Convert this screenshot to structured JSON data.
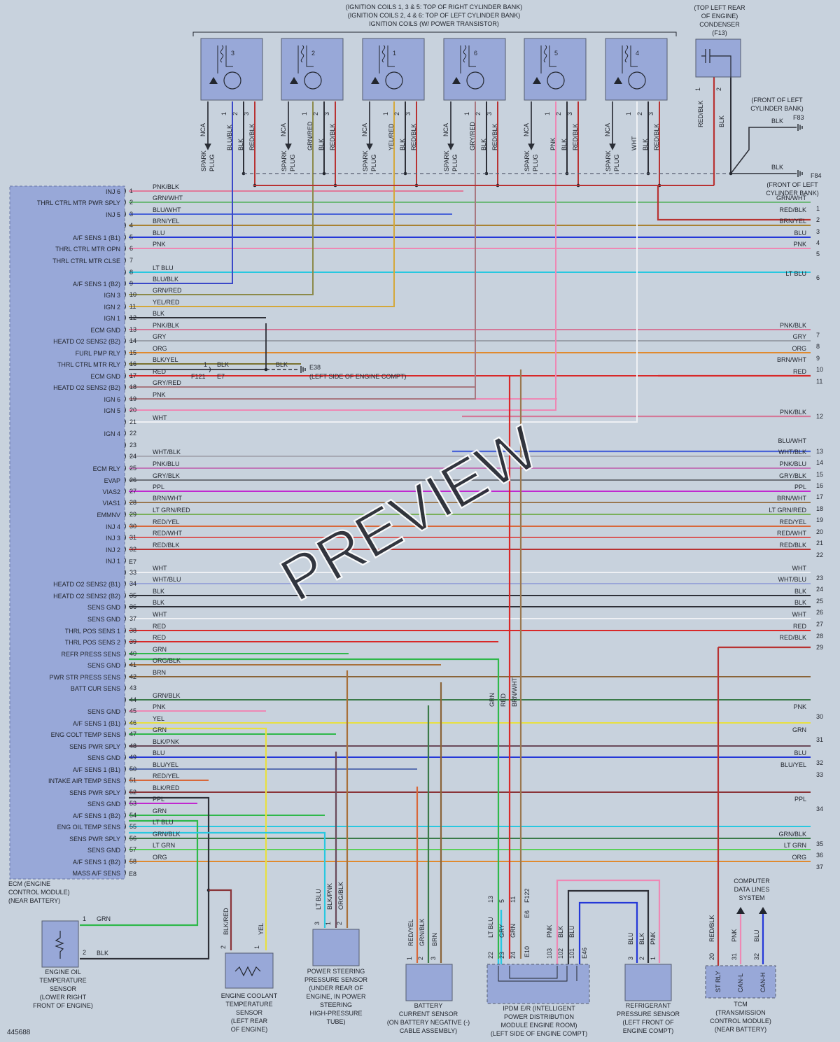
{
  "diagram": {
    "top_labels": [
      "(IGNITION COILS 1, 3 & 5: TOP OF RIGHT CYLINDER BANK)",
      "(IGNITION COILS 2, 4 & 6: TOP OF LEFT CYLINDER BANK)",
      "IGNITION COILS (W/ POWER TRANSISTOR)"
    ],
    "condenser_label": [
      "(TOP LEFT REAR",
      "OF ENGINE)",
      "CONDENSER",
      "(F13)"
    ],
    "condenser_pins": [
      {
        "pin": "1",
        "color": "RED/BLK"
      },
      {
        "pin": "2",
        "color": "BLK"
      }
    ],
    "coils": [
      {
        "num": "3",
        "spark": [
          "SPARK",
          "PLUG"
        ],
        "nca": "NCA",
        "pins": [
          "1",
          "2",
          "3"
        ],
        "wires": [
          "BLU/BLK",
          "BLK",
          "RED/BLK"
        ]
      },
      {
        "num": "2",
        "spark": [
          "SPARK",
          "PLUG"
        ],
        "nca": "NCA",
        "pins": [
          "1",
          "2",
          "3"
        ],
        "wires": [
          "GRN/RED",
          "BLK",
          "RED/BLK"
        ]
      },
      {
        "num": "1",
        "spark": [
          "SPARK",
          "PLUG"
        ],
        "nca": "NCA",
        "pins": [
          "1",
          "2",
          "3"
        ],
        "wires": [
          "YEL/RED",
          "BLK",
          "RED/BLK"
        ]
      },
      {
        "num": "6",
        "spark": [
          "SPARK",
          "PLUG"
        ],
        "nca": "NCA",
        "pins": [
          "1",
          "2",
          "3"
        ],
        "wires": [
          "GRY/RED",
          "BLK",
          "RED/BLK"
        ]
      },
      {
        "num": "5",
        "spark": [
          "SPARK",
          "PLUG"
        ],
        "nca": "NCA",
        "pins": [
          "1",
          "2",
          "3"
        ],
        "wires": [
          "PNK",
          "BLK",
          "RED/BLK"
        ]
      },
      {
        "num": "4",
        "spark": [
          "SPARK",
          "PLUG"
        ],
        "nca": "NCA",
        "pins": [
          "1",
          "2",
          "3"
        ],
        "wires": [
          "WHT",
          "BLK",
          "RED/BLK"
        ]
      }
    ],
    "grounds": [
      {
        "lines": [
          "(FRONT OF LEFT",
          "CYLINDER BANK)"
        ],
        "wire": "BLK",
        "id": "F83"
      },
      {
        "lines": [
          "(FRONT OF LEFT",
          "CYLINDER BANK)"
        ],
        "wire": "BLK",
        "id": "F84"
      },
      {
        "lines": [
          "(LEFT SIDE OF ENGINE COMPT)"
        ],
        "wire": "BLK",
        "id": "E38"
      }
    ],
    "splice": {
      "wire": "BLK",
      "pin": "1",
      "conn_a": "F121",
      "conn_b": "E7"
    },
    "ecm_label": [
      "ECM (ENGINE",
      "CONTROL MODULE)",
      "(NEAR BATTERY)"
    ],
    "connectors": [
      "E7",
      "E8"
    ],
    "ecm_rows": [
      {
        "n": "1",
        "func": "INJ 6",
        "wire": "PNK/BLK",
        "hex": "#e07a9a"
      },
      {
        "n": "2",
        "func": "THRL CTRL MTR PWR SPLY",
        "wire": "GRN/WHT",
        "hex": "#6eb87a"
      },
      {
        "n": "3",
        "func": "INJ 5",
        "wire": "BLU/WHT",
        "hex": "#4a64d8"
      },
      {
        "n": "4",
        "func": "",
        "wire": "BRN/YEL",
        "hex": "#a88232"
      },
      {
        "n": "5",
        "func": "A/F SENS 1 (B1)",
        "wire": "BLU",
        "hex": "#2438d8"
      },
      {
        "n": "6",
        "func": "THRL CTRL MTR OPN",
        "wire": "PNK",
        "hex": "#ee88b4"
      },
      {
        "n": "7",
        "func": "THRL CTRL MTR CLSE",
        "wire": "",
        "hex": ""
      },
      {
        "n": "8",
        "func": "",
        "wire": "LT BLU",
        "hex": "#28c8e0"
      },
      {
        "n": "9",
        "func": "A/F SENS 1 (B2)",
        "wire": "BLU/BLK",
        "hex": "#3a48c8"
      },
      {
        "n": "10",
        "func": "IGN 3",
        "wire": "GRN/RED",
        "hex": "#8c8a4a"
      },
      {
        "n": "11",
        "func": "IGN 2",
        "wire": "YEL/RED",
        "hex": "#d4a83a"
      },
      {
        "n": "12",
        "func": "IGN 1",
        "wire": "BLK",
        "hex": "#2e3038"
      },
      {
        "n": "13",
        "func": "ECM GND",
        "wire": "PNK/BLK",
        "hex": "#d47898"
      },
      {
        "n": "14",
        "func": "HEATD O2 SENS2 (B2)",
        "wire": "GRY",
        "hex": "#9aa0aa"
      },
      {
        "n": "15",
        "func": "FURL PMP RLY",
        "wire": "ORG",
        "hex": "#e08a2e"
      },
      {
        "n": "16",
        "func": "THRL CTRL MTR RLY",
        "wire": "BLK/YEL",
        "hex": "#7a7230"
      },
      {
        "n": "17",
        "func": "ECM GND",
        "wire": "RED",
        "hex": "#d82828"
      },
      {
        "n": "18",
        "func": "HEATD O2 SENS2 (B2)",
        "wire": "GRY/RED",
        "hex": "#a87880"
      },
      {
        "n": "19",
        "func": "IGN 6",
        "wire": "PNK",
        "hex": "#ee88b4"
      },
      {
        "n": "20",
        "func": "IGN 5",
        "wire": "",
        "hex": ""
      },
      {
        "n": "21",
        "func": "",
        "wire": "WHT",
        "hex": "#eef0f4"
      },
      {
        "n": "22",
        "func": "IGN 4",
        "wire": "",
        "hex": ""
      },
      {
        "n": "23",
        "func": "",
        "wire": "",
        "hex": ""
      },
      {
        "n": "24",
        "func": "",
        "wire": "WHT/BLK",
        "hex": "#a8aab4"
      },
      {
        "n": "25",
        "func": "ECM RLY",
        "wire": "PNK/BLU",
        "hex": "#c078b8"
      },
      {
        "n": "26",
        "func": "EVAP",
        "wire": "GRY/BLK",
        "hex": "#6e727a"
      },
      {
        "n": "27",
        "func": "VIAS2",
        "wire": "PPL",
        "hex": "#c028d0"
      },
      {
        "n": "28",
        "func": "VIAS1",
        "wire": "BRN/WHT",
        "hex": "#9a7850"
      },
      {
        "n": "29",
        "func": "EMMNV",
        "wire": "LT GRN/RED",
        "hex": "#7ab05a"
      },
      {
        "n": "30",
        "func": "INJ 4",
        "wire": "RED/YEL",
        "hex": "#d8683a"
      },
      {
        "n": "31",
        "func": "INJ 3",
        "wire": "RED/WHT",
        "hex": "#d85a5a"
      },
      {
        "n": "32",
        "func": "INJ 2",
        "wire": "RED/BLK",
        "hex": "#b83232"
      },
      {
        "n": "",
        "func": "INJ 1",
        "wire": "",
        "hex": ""
      },
      {
        "n": "33",
        "func": "",
        "wire": "WHT",
        "hex": "#eef0f4"
      },
      {
        "n": "34",
        "func": "HEATD O2 SENS2 (B1)",
        "wire": "WHT/BLU",
        "hex": "#9aa6d8"
      },
      {
        "n": "35",
        "func": "HEATD O2 SENS2 (B2)",
        "wire": "BLK",
        "hex": "#2e3038"
      },
      {
        "n": "36",
        "func": "SENS GND",
        "wire": "BLK",
        "hex": "#2e3038"
      },
      {
        "n": "37",
        "func": "SENS GND",
        "wire": "WHT",
        "hex": "#eef0f4"
      },
      {
        "n": "38",
        "func": "THRL POS SENS 1",
        "wire": "RED",
        "hex": "#d82828"
      },
      {
        "n": "39",
        "func": "THRL POS SENS 2",
        "wire": "RED",
        "hex": "#d82828"
      },
      {
        "n": "40",
        "func": "REFR PRESS SENS",
        "wire": "GRN",
        "hex": "#2eb84a"
      },
      {
        "n": "41",
        "func": "SENS GND",
        "wire": "ORG/BLK",
        "hex": "#a8703a"
      },
      {
        "n": "42",
        "func": "PWR STR PRESS SENS",
        "wire": "BRN",
        "hex": "#8a6438"
      },
      {
        "n": "43",
        "func": "BATT CUR SENS",
        "wire": "",
        "hex": ""
      },
      {
        "n": "44",
        "func": "",
        "wire": "GRN/BLK",
        "hex": "#3a7a48"
      },
      {
        "n": "45",
        "func": "SENS GND",
        "wire": "PNK",
        "hex": "#ee88b4"
      },
      {
        "n": "46",
        "func": "A/F SENS 1 (B1)",
        "wire": "YEL",
        "hex": "#e8e040"
      },
      {
        "n": "47",
        "func": "ENG COLT TEMP SENS",
        "wire": "GRN",
        "hex": "#2eb84a"
      },
      {
        "n": "48",
        "func": "SENS PWR SPLY",
        "wire": "BLK/PNK",
        "hex": "#6a4a5a"
      },
      {
        "n": "49",
        "func": "SENS GND",
        "wire": "BLU",
        "hex": "#2438d8"
      },
      {
        "n": "50",
        "func": "A/F SENS 1 (B1)",
        "wire": "BLU/YEL",
        "hex": "#5a70b0"
      },
      {
        "n": "51",
        "func": "INTAKE AIR TEMP SENS",
        "wire": "RED/YEL",
        "hex": "#d8683a"
      },
      {
        "n": "52",
        "func": "SENS PWR SPLY",
        "wire": "BLK/RED",
        "hex": "#8a3438"
      },
      {
        "n": "53",
        "func": "SENS GND",
        "wire": "PPL",
        "hex": "#c028d0"
      },
      {
        "n": "54",
        "func": "A/F SENS 1 (B2)",
        "wire": "GRN",
        "hex": "#2eb84a"
      },
      {
        "n": "55",
        "func": "ENG OIL TEMP SENS",
        "wire": "LT BLU",
        "hex": "#28c8e0"
      },
      {
        "n": "56",
        "func": "SENS PWR SPLY",
        "wire": "GRN/BLK",
        "hex": "#3a7a48"
      },
      {
        "n": "57",
        "func": "SENS GND",
        "wire": "LT GRN",
        "hex": "#5ad05a"
      },
      {
        "n": "58",
        "func": "A/F SENS 1 (B2)",
        "wire": "ORG",
        "hex": "#e08a2e"
      },
      {
        "n": "",
        "func": "MASS A/F SENS",
        "wire": "",
        "hex": ""
      }
    ],
    "right_rows": [
      {
        "n": "",
        "label": "GRN/WHT",
        "hex": "#6eb87a"
      },
      {
        "n": "1",
        "label": "RED/BLK",
        "hex": "#b83232"
      },
      {
        "n": "2",
        "label": "BRN/YEL",
        "hex": "#a88232"
      },
      {
        "n": "3",
        "label": "BLU",
        "hex": "#2438d8"
      },
      {
        "n": "4",
        "label": "PNK",
        "hex": "#ee88b4"
      },
      {
        "n": "5",
        "label": "",
        "hex": ""
      },
      {
        "n": "6",
        "label": "LT BLU",
        "hex": "#28c8e0"
      },
      {
        "n": "7",
        "label": "PNK/BLK",
        "hex": "#d47898"
      },
      {
        "n": "8",
        "label": "GRY",
        "hex": "#9aa0aa"
      },
      {
        "n": "9",
        "label": "ORG",
        "hex": "#e08a2e"
      },
      {
        "n": "10",
        "label": "BRN/WHT",
        "hex": "#9a7850"
      },
      {
        "n": "11",
        "label": "RED",
        "hex": "#d82828"
      },
      {
        "n": "12",
        "label": "PNK/BLK",
        "hex": "#d47898"
      },
      {
        "n": "13",
        "label": "BLU/WHT",
        "hex": "#4a64d8"
      },
      {
        "n": "14",
        "label": "WHT/BLK",
        "hex": "#a8aab4"
      },
      {
        "n": "15",
        "label": "PNK/BLU",
        "hex": "#c078b8"
      },
      {
        "n": "16",
        "label": "GRY/BLK",
        "hex": "#6e727a"
      },
      {
        "n": "17",
        "label": "PPL",
        "hex": "#c028d0"
      },
      {
        "n": "18",
        "label": "BRN/WHT",
        "hex": "#9a7850"
      },
      {
        "n": "19",
        "label": "LT GRN/RED",
        "hex": "#7ab05a"
      },
      {
        "n": "20",
        "label": "RED/YEL",
        "hex": "#d8683a"
      },
      {
        "n": "21",
        "label": "RED/WHT",
        "hex": "#d85a5a"
      },
      {
        "n": "22",
        "label": "RED/BLK",
        "hex": "#b83232"
      },
      {
        "n": "23",
        "label": "WHT",
        "hex": "#eef0f4"
      },
      {
        "n": "24",
        "label": "WHT/BLU",
        "hex": "#9aa6d8"
      },
      {
        "n": "25",
        "label": "BLK",
        "hex": "#2e3038"
      },
      {
        "n": "26",
        "label": "BLK",
        "hex": "#2e3038"
      },
      {
        "n": "27",
        "label": "WHT",
        "hex": "#eef0f4"
      },
      {
        "n": "28",
        "label": "RED",
        "hex": "#d82828"
      },
      {
        "n": "29",
        "label": "RED/BLK",
        "hex": "#b83232"
      },
      {
        "n": "30",
        "label": "PNK",
        "hex": "#ee88b4"
      },
      {
        "n": "31",
        "label": "GRN",
        "hex": "#2eb84a"
      },
      {
        "n": "32",
        "label": "BLU",
        "hex": "#2438d8"
      },
      {
        "n": "33",
        "label": "BLU/YEL",
        "hex": "#5a70b0"
      },
      {
        "n": "34",
        "label": "PPL",
        "hex": "#c028d0"
      },
      {
        "n": "35",
        "label": "GRN/BLK",
        "hex": "#3a7a48"
      },
      {
        "n": "36",
        "label": "LT GRN",
        "hex": "#5ad05a"
      },
      {
        "n": "37",
        "label": "ORG",
        "hex": "#e08a2e"
      }
    ],
    "vertical_wires": {
      "ipdm_top": [
        "GRN",
        "RED",
        "BRN/WHT"
      ]
    },
    "components": {
      "oil_temp": {
        "label": [
          "ENGINE OIL",
          "TEMPERATURE",
          "SENSOR",
          "(LOWER RIGHT",
          "FRONT OF ENGINE)"
        ],
        "pins": [
          {
            "p": "1",
            "w": "GRN"
          },
          {
            "p": "2",
            "w": "BLK"
          }
        ]
      },
      "coolant": {
        "label": [
          "ENGINE COOLANT",
          "TEMPERATURE",
          "SENSOR",
          "(LEFT REAR",
          "OF ENGINE)"
        ],
        "pins": [
          {
            "p": "2",
            "w": "BLK/RED"
          },
          {
            "p": "1",
            "w": "YEL"
          }
        ]
      },
      "ps_sensor": {
        "label": [
          "POWER STEERING",
          "PRESSURE SENSOR",
          "(UNDER REAR OF",
          "ENGINE, IN POWER",
          "STEERING",
          "HIGH-PRESSURE",
          "TUBE)"
        ],
        "pins": [
          {
            "p": "3",
            "w": "LT BLU"
          },
          {
            "p": "1",
            "w": "BLK/PNK"
          },
          {
            "p": "2",
            "w": "ORG/BLK"
          }
        ]
      },
      "battery": {
        "label": [
          "BATTERY",
          "CURRENT SENSOR",
          "(ON BATTERY NEGATIVE (-)",
          "CABLE ASSEMBLY)"
        ],
        "pins": [
          {
            "p": "1",
            "w": "RED/YEL"
          },
          {
            "p": "2",
            "w": "GRN/BLK"
          },
          {
            "p": "3",
            "w": "BRN"
          }
        ]
      },
      "ipdm": {
        "label": [
          "IPDM E/R (INTELLIGENT",
          "POWER DISTRIBUTION",
          "MODULE ENGINE ROOM)",
          "(LEFT SIDE OF ENGINE COMPT)"
        ],
        "top_pins": [
          "13",
          "5",
          "11"
        ],
        "top_conn": "F122",
        "wires": [
          "LT BLU",
          "GRY",
          "GRN",
          "PNK",
          "BLK",
          "BLU"
        ],
        "pins": [
          "22",
          "23",
          "24",
          "103",
          "102",
          "101"
        ],
        "conns": [
          "E10",
          "E6",
          "E46"
        ]
      },
      "refrig": {
        "label": [
          "REFRIGERANT",
          "PRESSURE SENSOR",
          "(LEFT FRONT OF",
          "ENGINE COMPT)"
        ],
        "pins": [
          {
            "p": "3",
            "w": "BLU"
          },
          {
            "p": "2",
            "w": "BLK"
          },
          {
            "p": "1",
            "w": "PNK"
          }
        ]
      },
      "tcm": {
        "label": [
          "TCM",
          "(TRANSMISSION",
          "CONTROL MODULE)",
          "(NEAR BATTERY)"
        ],
        "pins": [
          {
            "p": "20",
            "w": "RED/BLK",
            "f": "ST RLY"
          },
          {
            "p": "31",
            "w": "PNK",
            "f": "CAN-L"
          },
          {
            "p": "32",
            "w": "BLU",
            "f": "CAN-H"
          }
        ]
      },
      "cdl": {
        "label": [
          "COMPUTER",
          "DATA LINES",
          "SYSTEM"
        ]
      }
    },
    "diagram_id": "445688",
    "watermark": "PREVIEW"
  }
}
